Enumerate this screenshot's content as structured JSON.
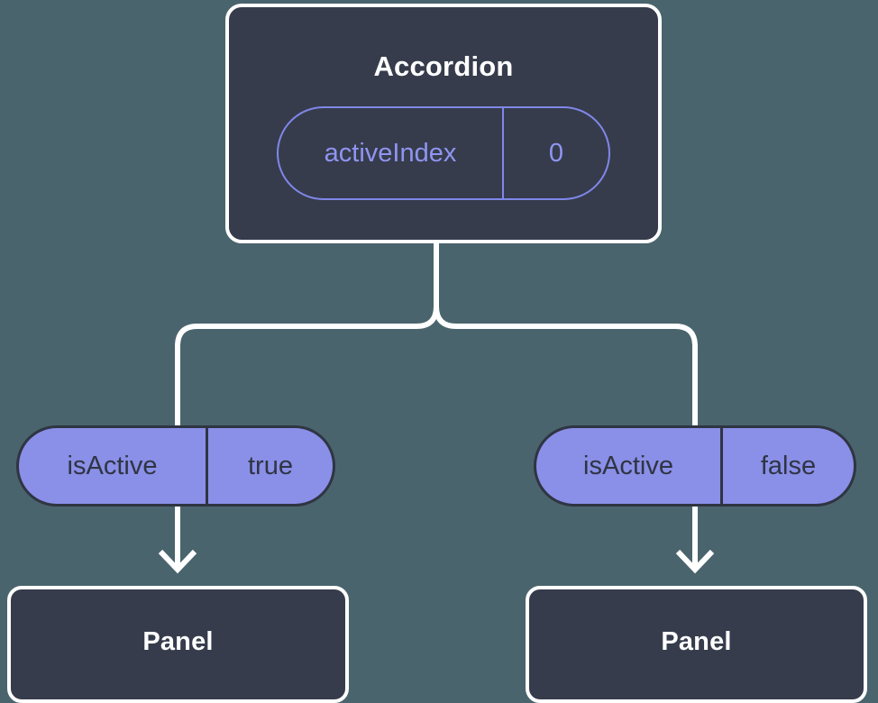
{
  "diagram": {
    "title_text": "Accordion",
    "background_color": "#4a646d",
    "node_fill_color": "#363c4c",
    "node_border_color": "#ffffff",
    "accent_color": "#8087e8",
    "pill_fill_color": "#8a8fe8",
    "pill_border_color": "#2f3542",
    "connector_color": "#ffffff"
  },
  "root": {
    "label": "Accordion",
    "state": {
      "key": "activeIndex",
      "divider": "",
      "value": "0"
    }
  },
  "branches": [
    {
      "prop": {
        "key": "isActive",
        "divider": "",
        "value": "true"
      },
      "child": {
        "label": "Panel"
      }
    },
    {
      "prop": {
        "key": "isActive",
        "divider": "",
        "value": "false"
      },
      "child": {
        "label": "Panel"
      }
    }
  ]
}
